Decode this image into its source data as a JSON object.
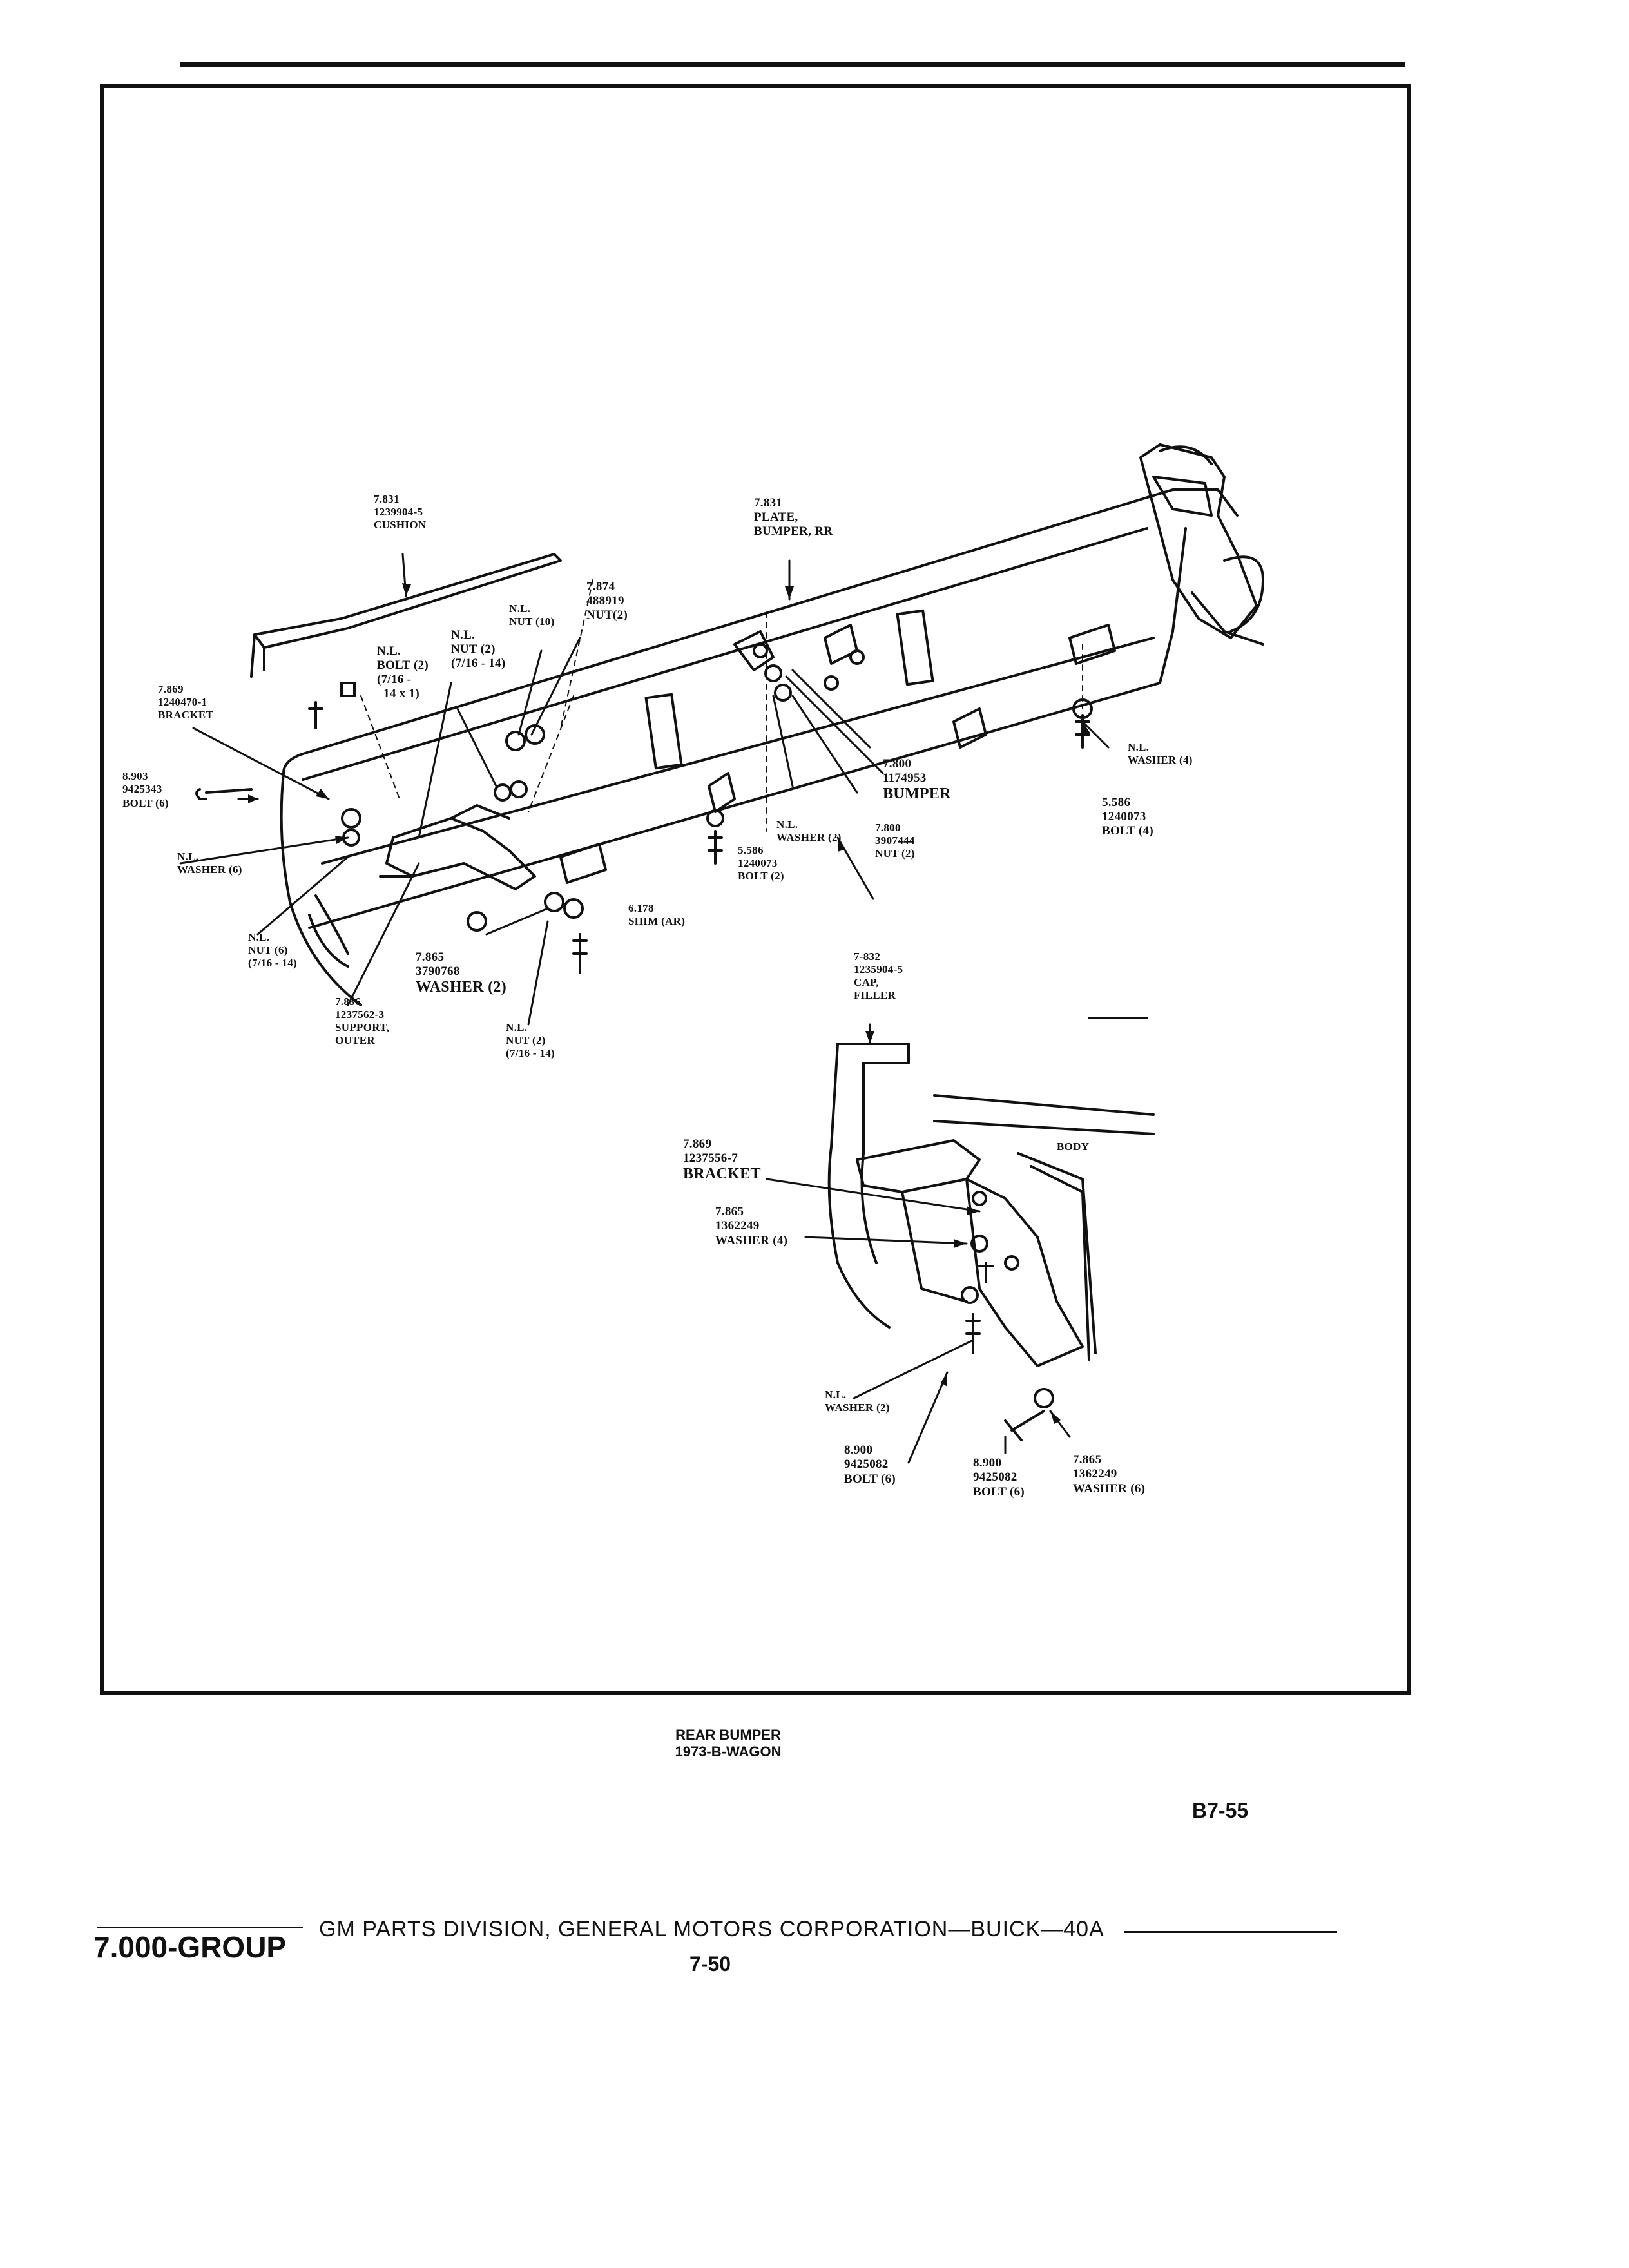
{
  "main_view": {
    "cushion": "7.831\n1239904-5\nCUSHION",
    "plate": "7.831\nPLATE,\nBUMPER, RR",
    "nut_10": "N.L.\nNUT (10)",
    "nut_488919": "7.874\n488919\nNUT(2)",
    "nut_2_7_16": "N.L.\nNUT (2)\n(7/16 - 14)",
    "bolt_2": "N.L.\nBOLT (2)\n(7/16 -\n  14 x 1)",
    "bracket_1240470": "7.869\n1240470-1\nBRACKET",
    "bolt_9425343": "8.903\n9425343",
    "bolt_6": "BOLT (6)",
    "washer_6": "N.L.\nWASHER (6)",
    "nut_6": "N.L.\nNUT (6)\n(7/16 - 14)",
    "washer_3790768": "7.865\n3790768",
    "washer_3790768_qty": "WASHER (2)",
    "support_outer": "7.836\n1237562-3\nSUPPORT,\nOUTER",
    "nut_2_bottom": "N.L.\nNUT (2)\n(7/16 - 14)",
    "shim": "6.178\nSHIM (AR)",
    "bolt_1240073_2": "5.586\n1240073\nBOLT (2)",
    "washer_2": "N.L.\nWASHER (2)",
    "nut_3907444": "7.800\n3907444\nNUT (2)",
    "bumper_num": "7.800\n1174953",
    "bumper_label": "BUMPER",
    "washer_4": "N.L.\nWASHER (4)",
    "bolt_1240073_4": "5.586\n1240073\nBOLT (4)"
  },
  "inset_view": {
    "cap_filler": "7-832\n1235904-5\nCAP,\nFILLER",
    "body": "BODY",
    "bracket_num": "7.869\n1237556-7",
    "bracket_label": "BRACKET",
    "washer_num": "7.865\n1362249",
    "washer_label": "WASHER (4)",
    "washer_nl": "N.L.\nWASHER (2)",
    "bolt_num_a": "8.900\n9425082",
    "bolt_label_a": "BOLT (6)",
    "bolt_num_b": "8.900\n9425082",
    "bolt_label_b": "BOLT (6)",
    "washer_num_b": "7.865\n1362249",
    "washer_label_b": "WASHER (6)"
  },
  "caption": "REAR BUMPER\n1973-B-WAGON",
  "page_ref": "B7-55",
  "footer": {
    "group": "7.000-GROUP",
    "division": "GM PARTS DIVISION, GENERAL MOTORS CORPORATION—BUICK—40A",
    "page_number": "7-50"
  }
}
